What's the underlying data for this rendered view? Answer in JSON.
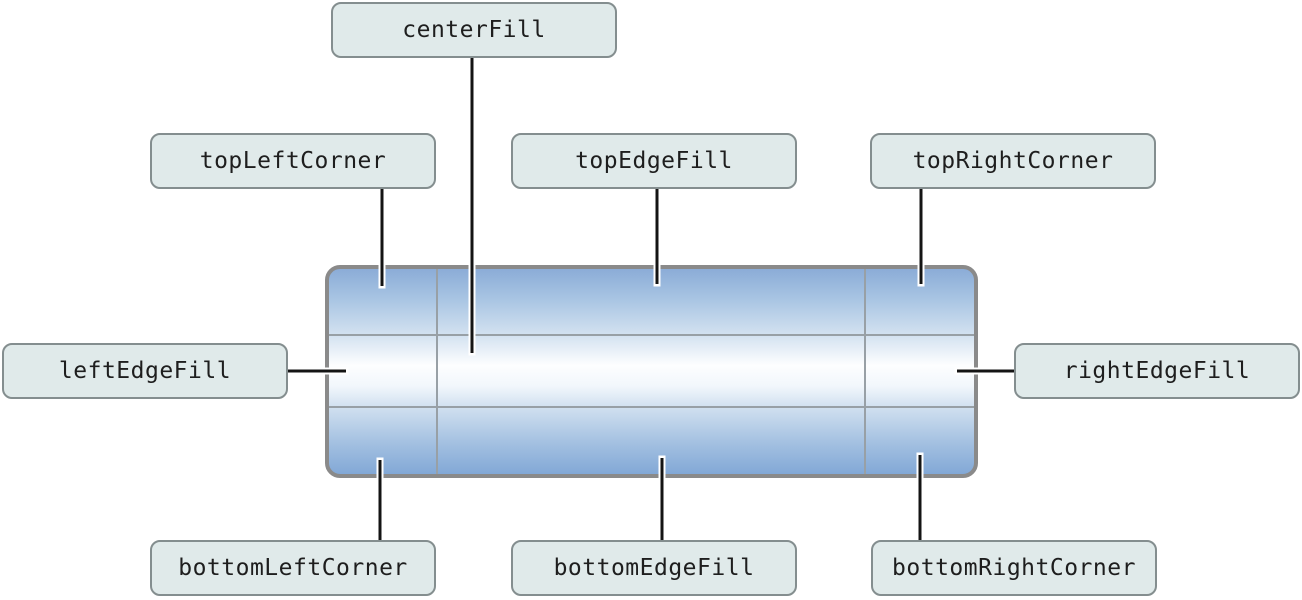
{
  "diagram": {
    "description": "nine-part-image-regions",
    "labels": [
      {
        "id": "centerFill",
        "text": "centerFill"
      },
      {
        "id": "topLeftCorner",
        "text": "topLeftCorner"
      },
      {
        "id": "topEdgeFill",
        "text": "topEdgeFill"
      },
      {
        "id": "topRightCorner",
        "text": "topRightCorner"
      },
      {
        "id": "leftEdgeFill",
        "text": "leftEdgeFill"
      },
      {
        "id": "rightEdgeFill",
        "text": "rightEdgeFill"
      },
      {
        "id": "bottomLeftCorner",
        "text": "bottomLeftCorner"
      },
      {
        "id": "bottomEdgeFill",
        "text": "bottomEdgeFill"
      },
      {
        "id": "bottomRightCorner",
        "text": "bottomRightCorner"
      }
    ],
    "colors": {
      "label_fill": "#E0EAEA",
      "label_border": "#848E8F",
      "label_text": "#1E1E1E",
      "rect_border": "#8A8A8A",
      "grid_line": "#98A0A6",
      "connector_line": "#141414",
      "connector_halo": "#FFFFFF",
      "gradient_top": "#8BACD7",
      "gradient_middle": "#FDFEFF",
      "gradient_bottom": "#82A8D6",
      "background": "#FFFFFF"
    }
  }
}
